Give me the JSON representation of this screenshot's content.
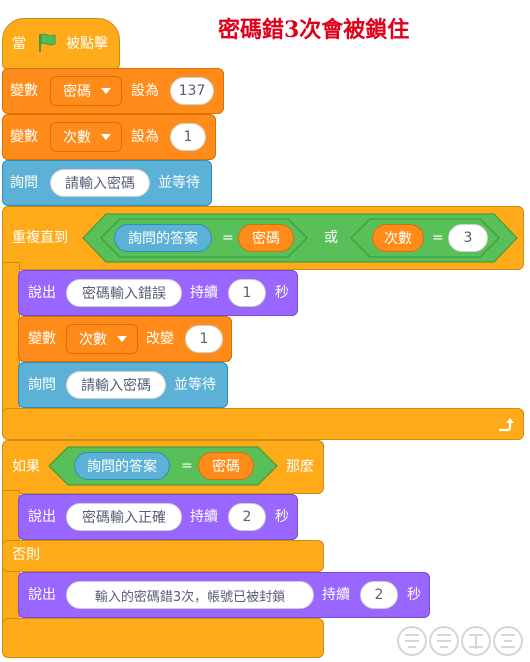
{
  "title": "密碼錯3次會被鎖住",
  "hat": {
    "when": "當",
    "clicked": "被點擊"
  },
  "set_password": {
    "label": "變數",
    "var": "密碼",
    "to": "設為",
    "value": "137"
  },
  "set_count": {
    "label": "變數",
    "var": "次數",
    "to": "設為",
    "value": "1"
  },
  "ask1": {
    "label": "詢問",
    "prompt": "請輸入密碼",
    "wait": "並等待"
  },
  "repeat": {
    "label": "重複直到",
    "or": "或",
    "left": {
      "a": "詢問的答案",
      "eq": "=",
      "b": "密碼"
    },
    "right": {
      "a": "次數",
      "eq": "=",
      "b": "3"
    },
    "say": {
      "label": "說出",
      "text": "密碼輸入錯誤",
      "for": "持續",
      "secs": "1",
      "unit": "秒"
    },
    "change": {
      "label": "變數",
      "var": "次數",
      "by": "改變",
      "value": "1"
    },
    "ask": {
      "label": "詢問",
      "prompt": "請輸入密碼",
      "wait": "並等待"
    }
  },
  "ifelse": {
    "if": "如果",
    "then": "那麼",
    "else": "否則",
    "cond": {
      "a": "詢問的答案",
      "eq": "=",
      "b": "密碼"
    },
    "say_ok": {
      "label": "說出",
      "text": "密碼輸入正確",
      "for": "持續",
      "secs": "2",
      "unit": "秒"
    },
    "say_lock": {
      "label": "說出",
      "text": "輸入的密碼錯3次，帳號已被封鎖",
      "for": "持續",
      "secs": "2",
      "unit": "秒"
    }
  },
  "colors": {
    "events": "#FFAB19",
    "variables": "#FF8C1A",
    "sensing": "#5CB1D6",
    "looks": "#9966FF",
    "operators": "#59C059",
    "title": "#E0001B"
  },
  "icons": {
    "flag": "green-flag-icon",
    "loop": "repeat-arrow-icon"
  }
}
